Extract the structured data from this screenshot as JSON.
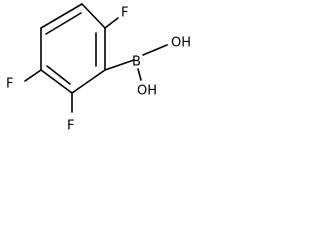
{
  "molecule": {
    "atoms": {
      "f_top": "F",
      "f_left": "F",
      "f_bottom": "F",
      "boron": "B",
      "oh_top": "OH",
      "oh_bottom": "OH"
    }
  }
}
